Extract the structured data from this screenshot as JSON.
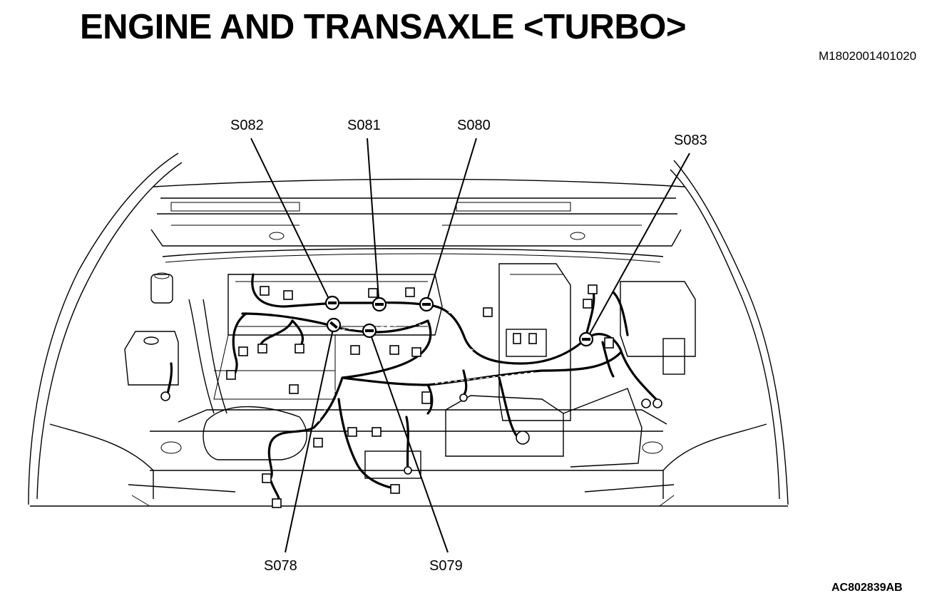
{
  "title": "ENGINE AND TRANSAXLE <TURBO>",
  "document_id": "M1802001401020",
  "figure_id": "AC802839AB",
  "splices": [
    {
      "label": "S082"
    },
    {
      "label": "S081"
    },
    {
      "label": "S080"
    },
    {
      "label": "S083"
    },
    {
      "label": "S078"
    },
    {
      "label": "S079"
    }
  ]
}
